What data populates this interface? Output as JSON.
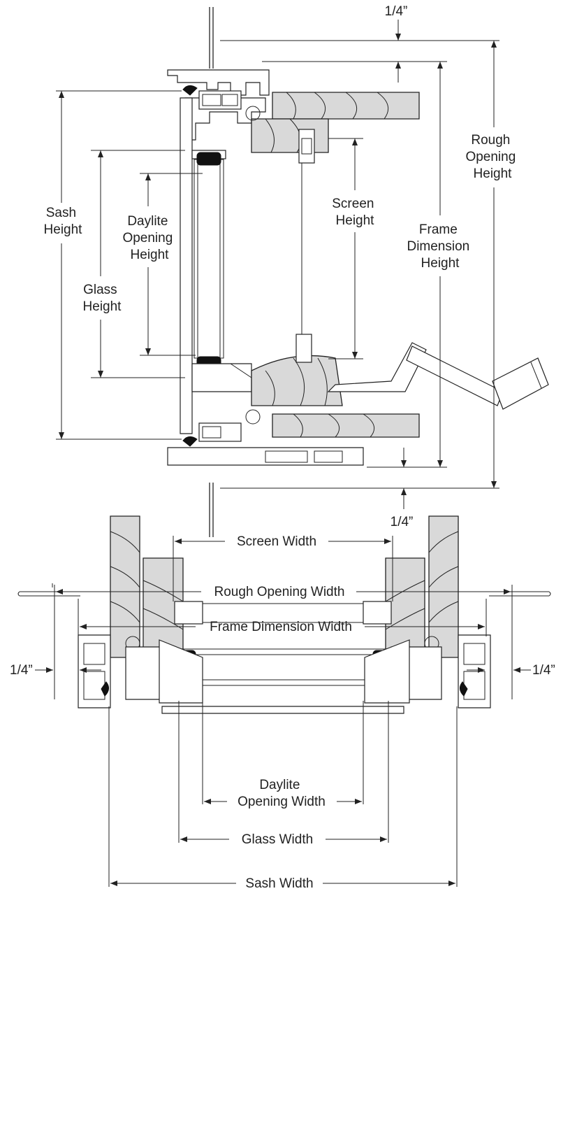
{
  "vertical_section": {
    "labels": {
      "top_quarter": "1/4”",
      "bottom_quarter": "1/4”",
      "rough_opening_height": [
        "Rough",
        "Opening",
        "Height"
      ],
      "frame_dimension_height": [
        "Frame",
        "Dimension",
        "Height"
      ],
      "screen_height": [
        "Screen",
        "Height"
      ],
      "sash_height": [
        "Sash",
        "Height"
      ],
      "daylite_opening_height": [
        "Daylite",
        "Opening",
        "Height"
      ],
      "glass_height": [
        "Glass",
        "Height"
      ]
    }
  },
  "horizontal_section": {
    "labels": {
      "rough_opening_width": "Rough Opening Width",
      "frame_dimension_width": "Frame Dimension Width",
      "left_quarter": "1/4”",
      "right_quarter": "1/4”",
      "screen_width": "Screen Width",
      "daylite_opening_width": [
        "Daylite",
        "Opening Width"
      ],
      "glass_width": "Glass Width",
      "sash_width": "Sash Width"
    }
  },
  "colors": {
    "line": "#222222",
    "wood": "#d9d9d9",
    "background": "#ffffff"
  }
}
